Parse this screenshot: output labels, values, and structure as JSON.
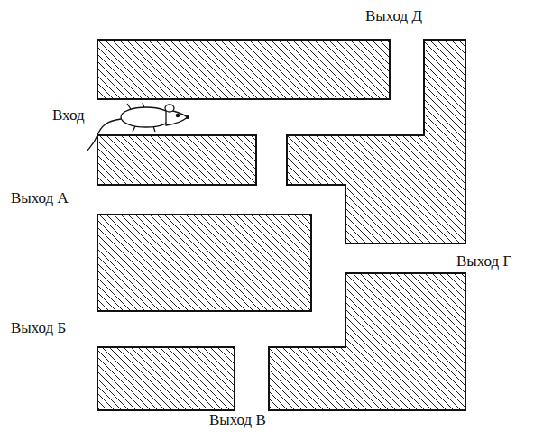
{
  "diagram": {
    "labels": [
      "Выход Д",
      "Вход",
      "Выход А",
      "Выход Г",
      "Выход Б",
      "Выход В"
    ]
  }
}
